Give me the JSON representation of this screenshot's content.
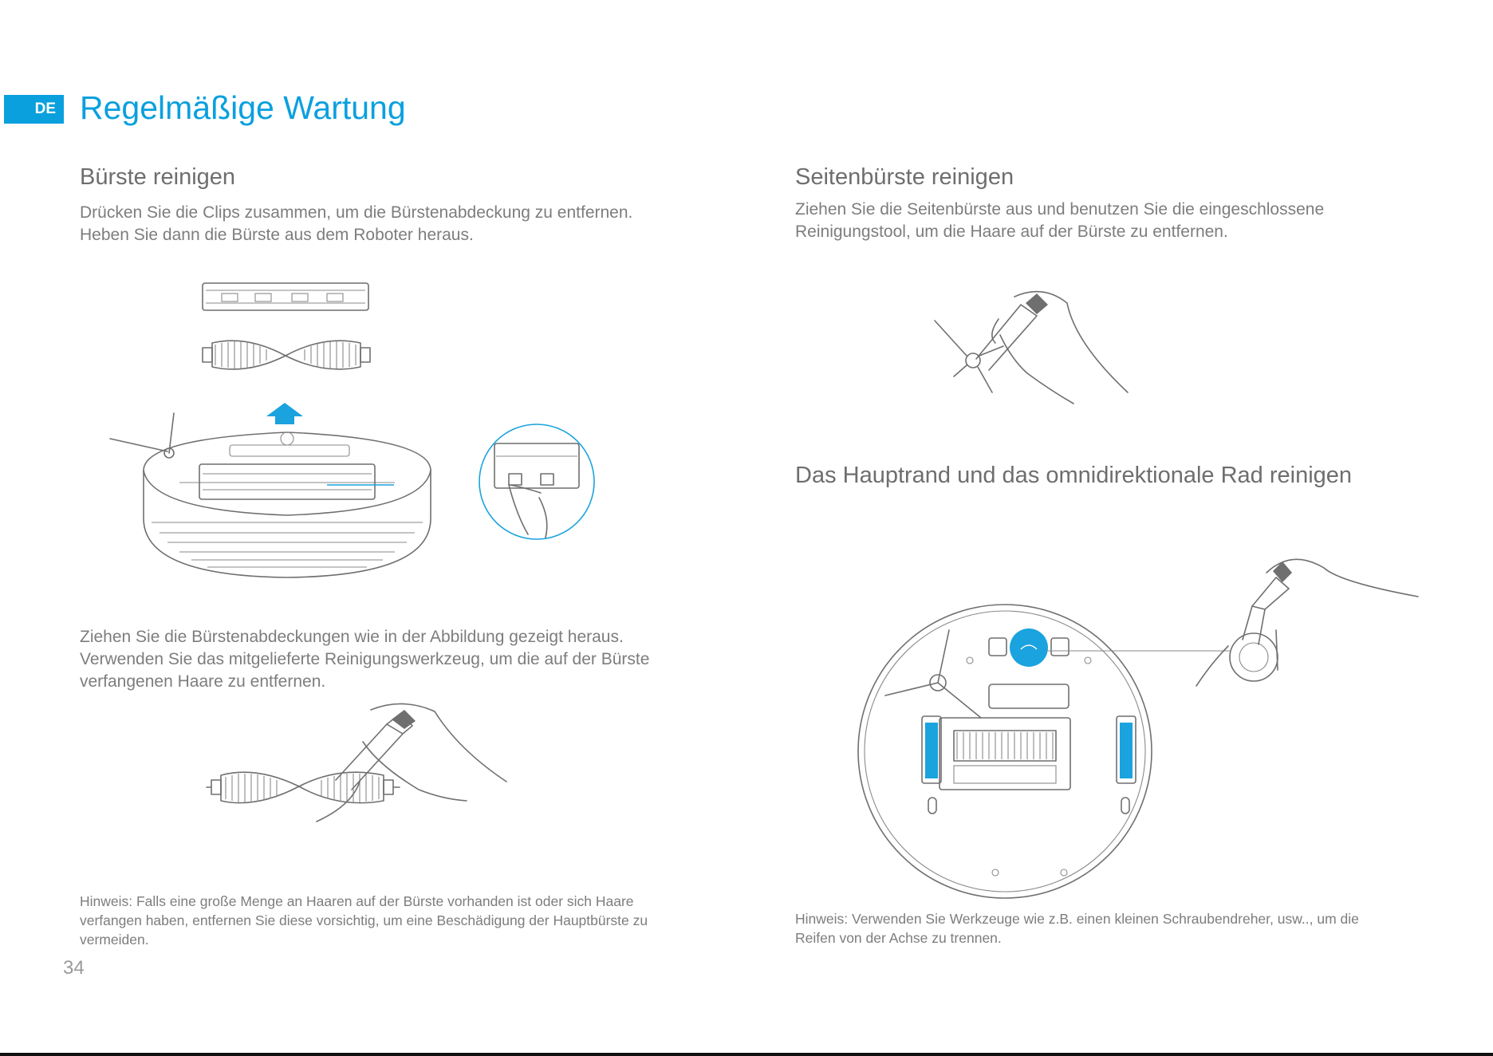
{
  "header": {
    "lang_badge": "DE",
    "title": "Regelmäßige Wartung"
  },
  "left": {
    "section1": {
      "heading": "Bürste reinigen",
      "lines": [
        "Drücken Sie die Clips zusammen, um die Bürstenabdeckung zu entfernen.",
        "Heben Sie dann die Bürste aus dem Roboter heraus."
      ]
    },
    "section2": {
      "lines": [
        "Ziehen Sie die Bürstenabdeckungen wie in der Abbildung gezeigt heraus.",
        "Verwenden Sie das mitgelieferte Reinigungswerkzeug, um die auf der Bürste",
        "verfangenen Haare zu entfernen."
      ]
    },
    "note_lines": [
      "Hinweis: Falls eine große Menge an Haaren auf der Bürste vorhanden ist oder sich Haare",
      "verfangen haben, entfernen Sie diese vorsichtig, um eine Beschädigung der Hauptbürste zu",
      "vermeiden."
    ]
  },
  "right": {
    "section1": {
      "heading": "Seitenbürste reinigen",
      "lines": [
        "Ziehen Sie die Seitenbürste aus und benutzen Sie die eingeschlossene",
        "Reinigungstool, um die Haare auf der Bürste zu entfernen."
      ]
    },
    "section2": {
      "heading": "Das Hauptrand und das omnidirektionale Rad reinigen"
    },
    "note_lines": [
      "Hinweis: Verwenden Sie Werkzeuge wie z.B. einen kleinen Schraubendreher, usw.., um die",
      "Reifen von der Achse zu trennen."
    ]
  },
  "footer": {
    "page_number": "34"
  },
  "colors": {
    "accent": "#0aa0de",
    "text": "#7d7d7d",
    "heading": "#6e6e6e"
  }
}
